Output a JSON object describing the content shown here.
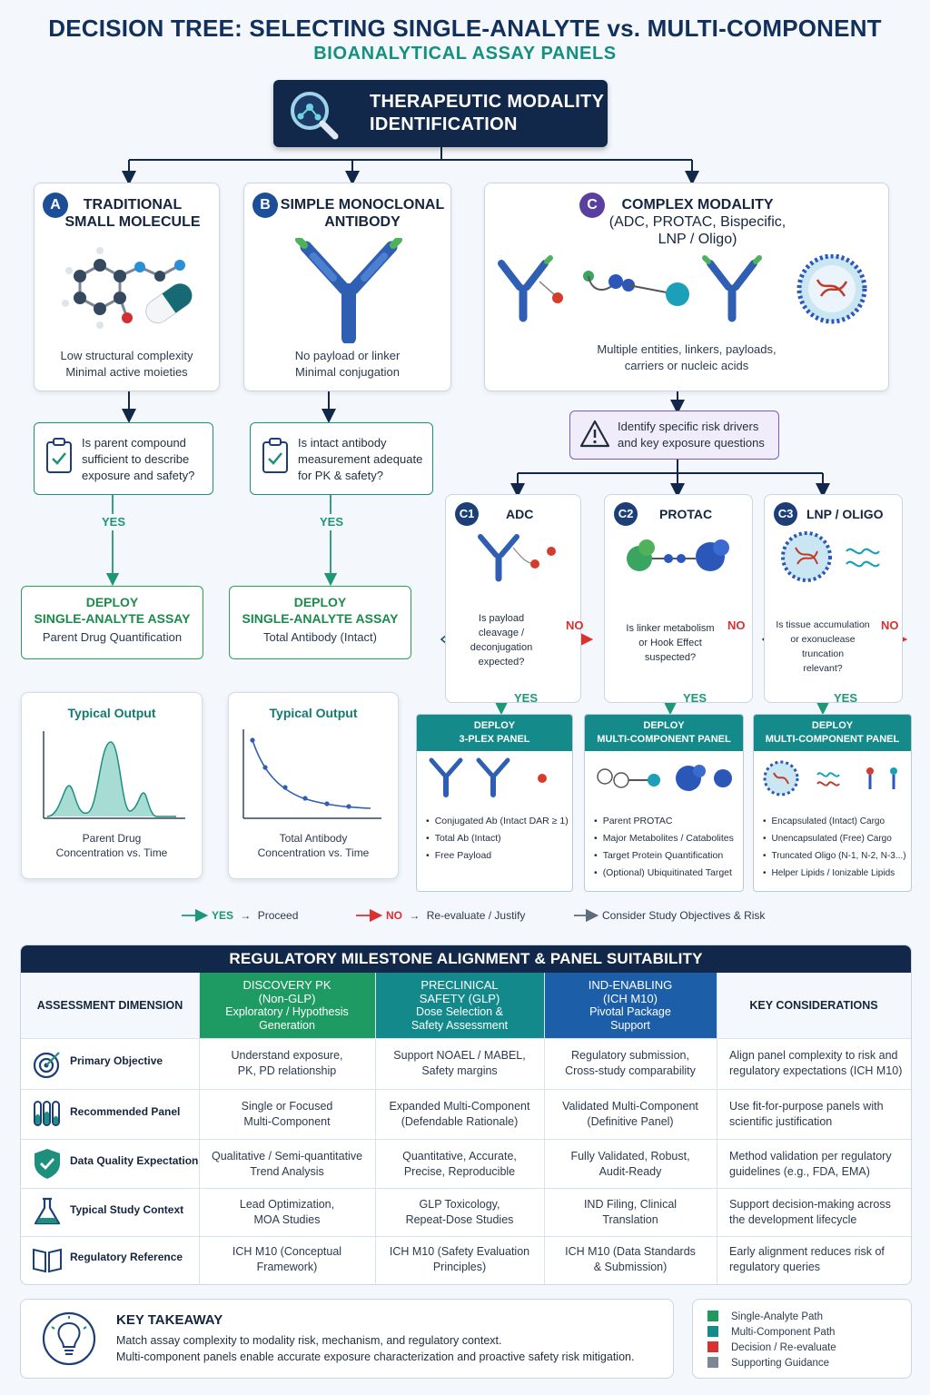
{
  "title": {
    "line1": "DECISION TREE: SELECTING SINGLE-ANALYTE vs. MULTI-COMPONENT",
    "line2": "BIOANALYTICAL ASSAY PANELS"
  },
  "root": {
    "line1": "THERAPEUTIC MODALITY",
    "line2": "IDENTIFICATION"
  },
  "branches": {
    "a": {
      "badge": "A",
      "title1": "TRADITIONAL",
      "title2": "SMALL MOLECULE",
      "desc1": "Low structural complexity",
      "desc2": "Minimal active moieties"
    },
    "b": {
      "badge": "B",
      "title1": "SIMPLE MONOCLONAL",
      "title2": "ANTIBODY",
      "desc1": "No payload or linker",
      "desc2": "Minimal conjugation"
    },
    "c": {
      "badge": "C",
      "title1": "COMPLEX MODALITY",
      "title2": "(ADC, PROTAC, Bispecific,",
      "title3": "LNP / Oligo)",
      "desc1": "Multiple entities, linkers, payloads,",
      "desc2": "carriers or nucleic acids"
    }
  },
  "questions": {
    "a": {
      "l1": "Is parent compound",
      "l2": "sufficient to describe",
      "l3": "exposure and safety?"
    },
    "b": {
      "l1": "Is intact antibody",
      "l2": "measurement adequate",
      "l3": "for PK & safety?"
    },
    "c": {
      "l1": "Identify specific risk drivers",
      "l2": "and key exposure questions"
    }
  },
  "yes_label": "YES",
  "no_label": "NO",
  "deploy": {
    "a": {
      "l1": "DEPLOY",
      "l2": "SINGLE-ANALYTE ASSAY",
      "l3": "Parent Drug Quantification"
    },
    "b": {
      "l1": "DEPLOY",
      "l2": "SINGLE-ANALYTE ASSAY",
      "l3": "Total Antibody (Intact)"
    }
  },
  "outputs": {
    "a": {
      "title": "Typical Output",
      "cap1": "Parent Drug",
      "cap2": "Concentration vs. Time"
    },
    "b": {
      "title": "Typical Output",
      "cap1": "Total Antibody",
      "cap2": "Concentration vs. Time"
    }
  },
  "sub": {
    "c1": {
      "badge": "C1",
      "name": "ADC",
      "d1": "Is payload",
      "d2": "cleavage /",
      "d3": "deconjugation",
      "d4": "expected?",
      "panel1": "DEPLOY",
      "panel2": "3-PLEX PANEL",
      "items": [
        "Conjugated Ab (Intact DAR ≥ 1)",
        "Total Ab (Intact)",
        "Free Payload"
      ]
    },
    "c2": {
      "badge": "C2",
      "name": "PROTAC",
      "d1": "Is linker metabolism",
      "d2": "or Hook Effect",
      "d3": "suspected?",
      "d4": "",
      "panel1": "DEPLOY",
      "panel2": "MULTI-COMPONENT PANEL",
      "items": [
        "Parent PROTAC",
        "Major Metabolites / Catabolites",
        "Target Protein Quantification",
        "(Optional) Ubiquitinated Target"
      ]
    },
    "c3": {
      "badge": "C3",
      "name": "LNP / OLIGO",
      "d1": "Is tissue accumulation",
      "d2": "or exonuclease",
      "d3": "truncation",
      "d4": "relevant?",
      "panel1": "DEPLOY",
      "panel2": "MULTI-COMPONENT PANEL",
      "items": [
        "Encapsulated (Intact) Cargo",
        "Unencapsulated (Free) Cargo",
        "Truncated Oligo (N-1, N-2, N-3...)",
        "Helper Lipids / Ionizable Lipids"
      ]
    }
  },
  "flow_legend": {
    "yes": "YES",
    "yes_text": "Proceed",
    "no": "NO",
    "no_text": "Re-evaluate / Justify",
    "consider": "Consider Study Objectives & Risk"
  },
  "regulatory": {
    "title": "REGULATORY MILESTONE ALIGNMENT & PANEL SUITABILITY",
    "dim_header": "ASSESSMENT DIMENSION",
    "key_header": "KEY CONSIDERATIONS",
    "columns": [
      {
        "l1": "DISCOVERY PK",
        "l2": "(Non-GLP)",
        "l3": "Exploratory / Hypothesis",
        "l4": "Generation",
        "color": "#1e9a63"
      },
      {
        "l1": "PRECLINICAL",
        "l2": "SAFETY (GLP)",
        "l3": "Dose Selection &",
        "l4": "Safety Assessment",
        "color": "#14898b"
      },
      {
        "l1": "IND-ENABLING",
        "l2": "(ICH M10)",
        "l3": "Pivotal Package",
        "l4": "Support",
        "color": "#1d5ea8"
      }
    ],
    "rows": [
      {
        "icon": "target-icon",
        "label": "Primary Objective",
        "c1a": "Understand exposure,",
        "c1b": "PK, PD relationship",
        "c2a": "Support NOAEL / MABEL,",
        "c2b": "Safety margins",
        "c3a": "Regulatory submission,",
        "c3b": "Cross-study comparability",
        "k1": "Align panel complexity to risk and",
        "k2": "regulatory expectations (ICH M10)"
      },
      {
        "icon": "test-tubes-icon",
        "label": "Recommended Panel",
        "c1a": "Single or Focused",
        "c1b": "Multi-Component",
        "c2a": "Expanded Multi-Component",
        "c2b": "(Defendable Rationale)",
        "c3a": "Validated Multi-Component",
        "c3b": "(Definitive Panel)",
        "k1": "Use fit-for-purpose panels with",
        "k2": "scientific justification"
      },
      {
        "icon": "shield-check-icon",
        "label": "Data Quality Expectation",
        "c1a": "Qualitative / Semi-quantitative",
        "c1b": "Trend Analysis",
        "c2a": "Quantitative, Accurate,",
        "c2b": "Precise, Reproducible",
        "c3a": "Fully Validated, Robust,",
        "c3b": "Audit-Ready",
        "k1": "Method validation per regulatory",
        "k2": "guidelines (e.g., FDA, EMA)"
      },
      {
        "icon": "flask-icon",
        "label": "Typical Study Context",
        "c1a": "Lead Optimization,",
        "c1b": "MOA Studies",
        "c2a": "GLP Toxicology,",
        "c2b": "Repeat-Dose Studies",
        "c3a": "IND Filing, Clinical",
        "c3b": "Translation",
        "k1": "Support decision-making across",
        "k2": "the development lifecycle"
      },
      {
        "icon": "book-icon",
        "label": "Regulatory Reference",
        "c1a": "ICH M10 (Conceptual",
        "c1b": "Framework)",
        "c2a": "ICH M10 (Safety Evaluation",
        "c2b": "Principles)",
        "c3a": "ICH M10 (Data Standards",
        "c3b": "& Submission)",
        "k1": "Early alignment reduces risk of",
        "k2": "regulatory queries"
      }
    ]
  },
  "takeaway": {
    "title": "KEY TAKEAWAY",
    "l1": "Match assay complexity to modality risk, mechanism, and regulatory context.",
    "l2": "Multi-component panels enable accurate exposure characterization and proactive safety risk mitigation."
  },
  "legend": [
    {
      "label": "Single-Analyte Path",
      "color": "#1f9a5a"
    },
    {
      "label": "Multi-Component Path",
      "color": "#148a8a"
    },
    {
      "label": "Decision / Re-evaluate",
      "color": "#d93030"
    },
    {
      "label": "Supporting Guidance",
      "color": "#7c8794"
    }
  ],
  "colors": {
    "navy": "#12284a",
    "teal": "#13907f",
    "green": "#1f9a5a",
    "red": "#d93030",
    "purple": "#5b3fa0"
  }
}
